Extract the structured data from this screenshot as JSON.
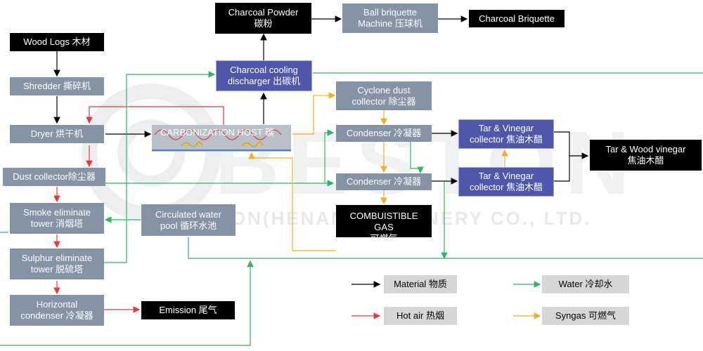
{
  "colors": {
    "material": "#000000",
    "hot_air": "#e23b3b",
    "water": "#2fb567",
    "syngas": "#f2b01e",
    "gray_box": "#8494a6",
    "dark_box": "#000000",
    "blue_box": "#4f57ab",
    "legend_box": "#d6d6d6"
  },
  "watermark": {
    "brand": "BESTON",
    "company": "BESTON(HENAN)MACHINERY CO., LTD."
  },
  "nodes": {
    "wood_logs": "Wood Logs 木材",
    "shredder": "Shredder 撕碎机",
    "dryer": "Dryer  烘干机",
    "dust_collector": "Dust collector除尘器",
    "smoke_tower": "Smoke eliminate\ntower 消烟塔",
    "sulphur_tower": "Sulphur eliminate\ntower 脱硫塔",
    "horizontal_condenser": "Horizontal\ncondenser 冷凝器",
    "emission": "Emission 尾气",
    "carbonization_host": "CARBONIZATION HOST 碳",
    "circulated_pool": "Circulated water\npool 循环水池",
    "charcoal_powder": "Charcoal Powder\n碳粉",
    "ball_machine": "Ball briquette\nMachine 压球机",
    "charcoal_briquette": "Charcoal Briquette",
    "cooling_discharger": "Charcoal  cooling\ndischarger 出碳机",
    "cyclone": "Cyclone dust\ncollector 除尘器",
    "condenser1": "Condenser 冷凝器",
    "condenser2": "Condenser 冷凝器",
    "combustible_gas": "COMBUISTIBLE\nGAS\n可燃气",
    "tar_vinegar1": "Tar & Vinegar\ncollector 焦油木醋",
    "tar_vinegar2": "Tar & Vinegar\ncollector 焦油木醋",
    "tar_wood_vinegar": "Tar & Wood vinegar\n焦油木醋"
  },
  "legend": {
    "material": "Material 物质",
    "hot_air": "Hot air 热烟",
    "water": "Water 冷却水",
    "syngas": "Syngas 可燃气"
  }
}
